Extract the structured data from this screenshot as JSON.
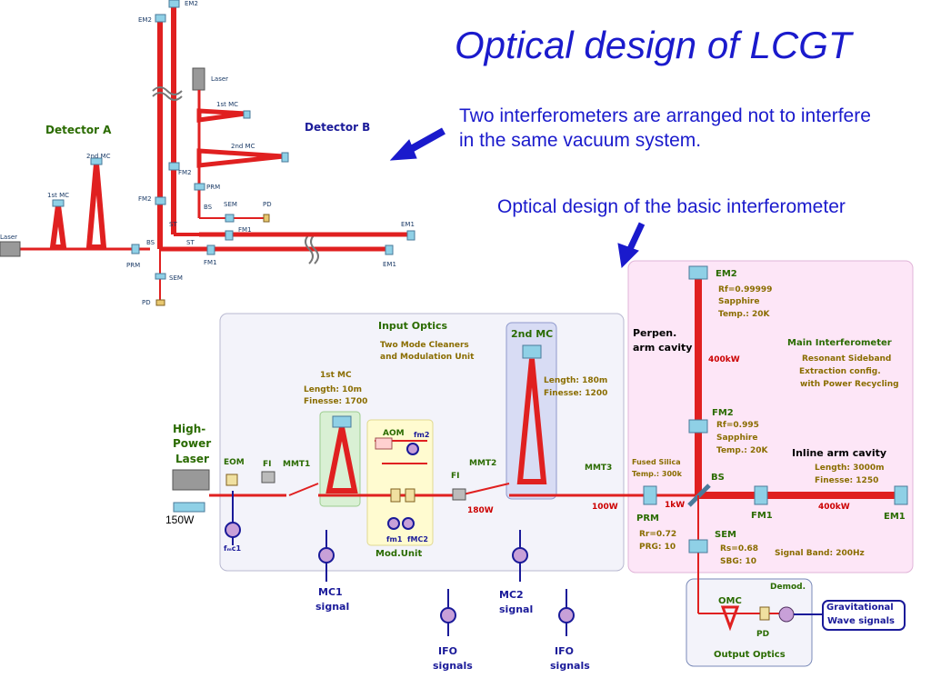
{
  "title": "Optical design of LCGT",
  "description": "Two interferometers are arranged not to interfere in the same vacuum system.",
  "basic_caption": "Optical design of the basic interferometer",
  "top_diagram": {
    "detector_a": "Detector A",
    "detector_b": "Detector B",
    "labels": {
      "em2_top": "EM2",
      "em2_left": "EM2",
      "laser_b": "Laser",
      "mc1_b": "1st MC",
      "mc2_b": "2nd MC",
      "fm2_b": "FM2",
      "fm2_a": "FM2",
      "prm_b": "PRM",
      "bs_b": "BS",
      "sem_b": "SEM",
      "pd_b": "PD",
      "st_upper": "ST",
      "st_lower": "ST",
      "fm1_b": "FM1",
      "em1_b": "EM1",
      "fm1_a": "FM1",
      "em1_a": "EM1",
      "laser_a": "Laser",
      "mc1_a": "1st MC",
      "mc2_a": "2nd MC",
      "bs_a": "BS",
      "prm_a": "PRM",
      "sem_a": "SEM",
      "pd_a": "PD"
    }
  },
  "basic": {
    "input_optics": {
      "title": "Input Optics",
      "line1": "Two Mode Cleaners",
      "line2": "and Modulation Unit"
    },
    "laser": {
      "line1": "High-",
      "line2": "Power",
      "line3": "Laser",
      "power": "150W"
    },
    "eom": "EOM",
    "fi1": "FI",
    "mmt1": "MMT1",
    "fmc1": "fₘc1",
    "mc1": {
      "title": "1st MC",
      "length": "Length: 10m",
      "finesse": "Finesse: 1700"
    },
    "aom": "AOM",
    "fm2_mod": "fm2",
    "fm1_mod": "fm1",
    "fmc2": "fMC2",
    "mod_unit": "Mod.Unit",
    "fi2": "FI",
    "mmt2": "MMT2",
    "p180": "180W",
    "mc2": {
      "title": "2nd MC",
      "length": "Length: 180m",
      "finesse": "Finesse: 1200"
    },
    "mmt3": "MMT3",
    "p100": "100W",
    "fused": {
      "line1": "Fused Silica",
      "line2": "Temp.: 300k"
    },
    "prm": "PRM",
    "prm_rr": "Rr=0.72",
    "prm_prg": "PRG: 10",
    "p1k": "1kW",
    "bs": "BS",
    "em2": "EM2",
    "em2_rf": "Rf=0.99999",
    "em2_mat": "Sapphire",
    "em2_temp": "Temp.: 20K",
    "perp1": "Perpen.",
    "perp2": "arm cavity",
    "p400a": "400kW",
    "fm2": "FM2",
    "fm2_rf": "Rf=0.995",
    "fm2_mat": "Sapphire",
    "fm2_temp": "Temp.: 20K",
    "main_title": "Main Interferometer",
    "main1": "Resonant Sideband",
    "main2": "Extraction config.",
    "main3": "with Power Recycling",
    "inline_title": "Inline arm cavity",
    "inline_len": "Length: 3000m",
    "inline_fin": "Finesse: 1250",
    "fm1": "FM1",
    "em1": "EM1",
    "p400b": "400kW",
    "sem": "SEM",
    "sem_rs": "Rs=0.68",
    "sem_sbg": "SBG: 10",
    "signal_band": "Signal Band: 200Hz",
    "omc": "OMC",
    "pd": "PD",
    "demod": "Demod.",
    "output_optics": "Output Optics",
    "gw1": "Gravitational",
    "gw2": "Wave signals",
    "mc1_signal1": "MC1",
    "mc1_signal2": "signal",
    "mc2_signal1": "MC2",
    "mc2_signal2": "signal",
    "ifo1a": "IFO",
    "ifo1b": "signals",
    "ifo2a": "IFO",
    "ifo2b": "signals"
  },
  "colors": {
    "beam": "#e02020",
    "title_blue": "#1a1acc",
    "input_bg": "#f3f3fa",
    "main_bg": "#fde6f7"
  }
}
